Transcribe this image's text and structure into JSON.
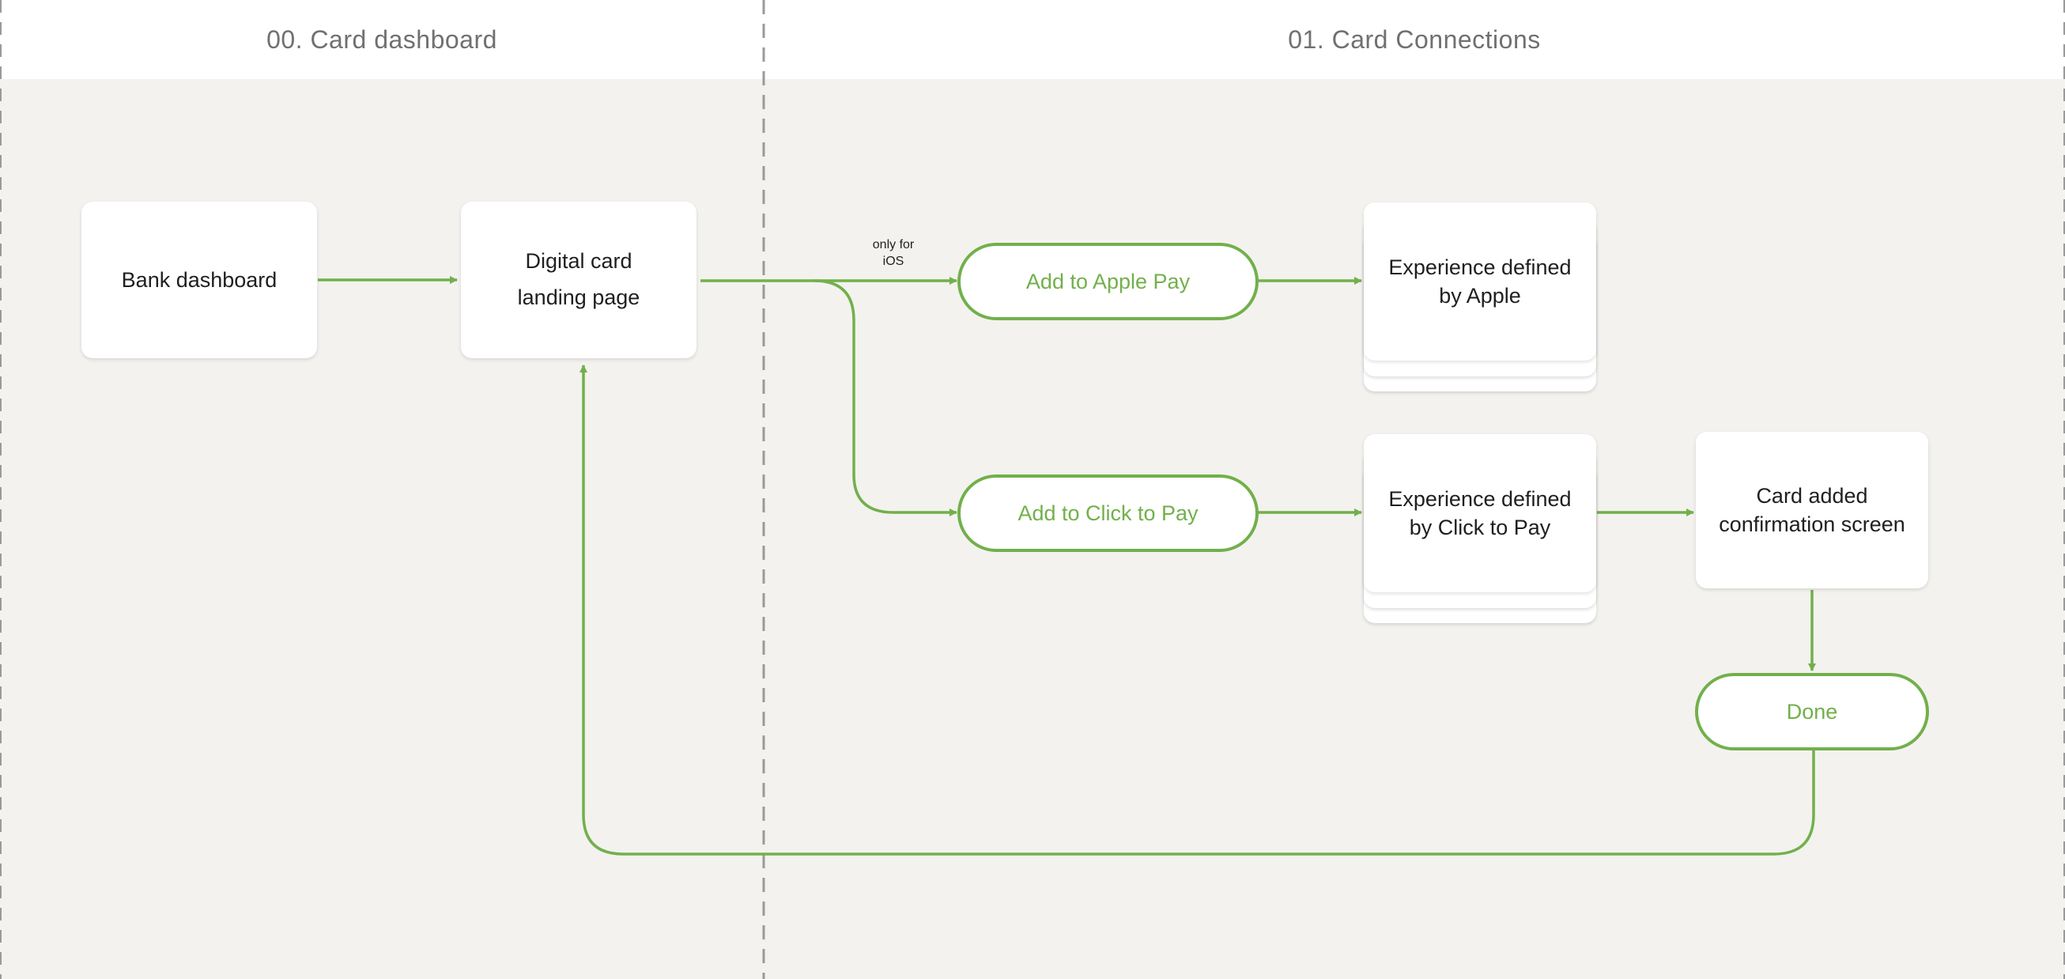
{
  "lanes": [
    {
      "title": "00. Card dashboard"
    },
    {
      "title": "01. Card Connections"
    }
  ],
  "nodes": {
    "bank_dashboard": "Bank dashboard",
    "digital_card_landing": "Digital card\nlanding page",
    "add_apple_pay": "Add to Apple Pay",
    "experience_apple": "Experience defined\nby Apple",
    "add_click_to_pay": "Add to Click to Pay",
    "experience_click_to_pay": "Experience defined\nby Click to Pay",
    "card_added_confirmation": "Card added\nconfirmation screen",
    "done": "Done"
  },
  "edge_labels": {
    "only_for_ios": "only for\niOS"
  },
  "colors": {
    "accent": "#72b04b",
    "background": "#f3f2ef",
    "header": "#ffffff",
    "divider": "#9a9a9a",
    "lane_title": "#707070"
  }
}
